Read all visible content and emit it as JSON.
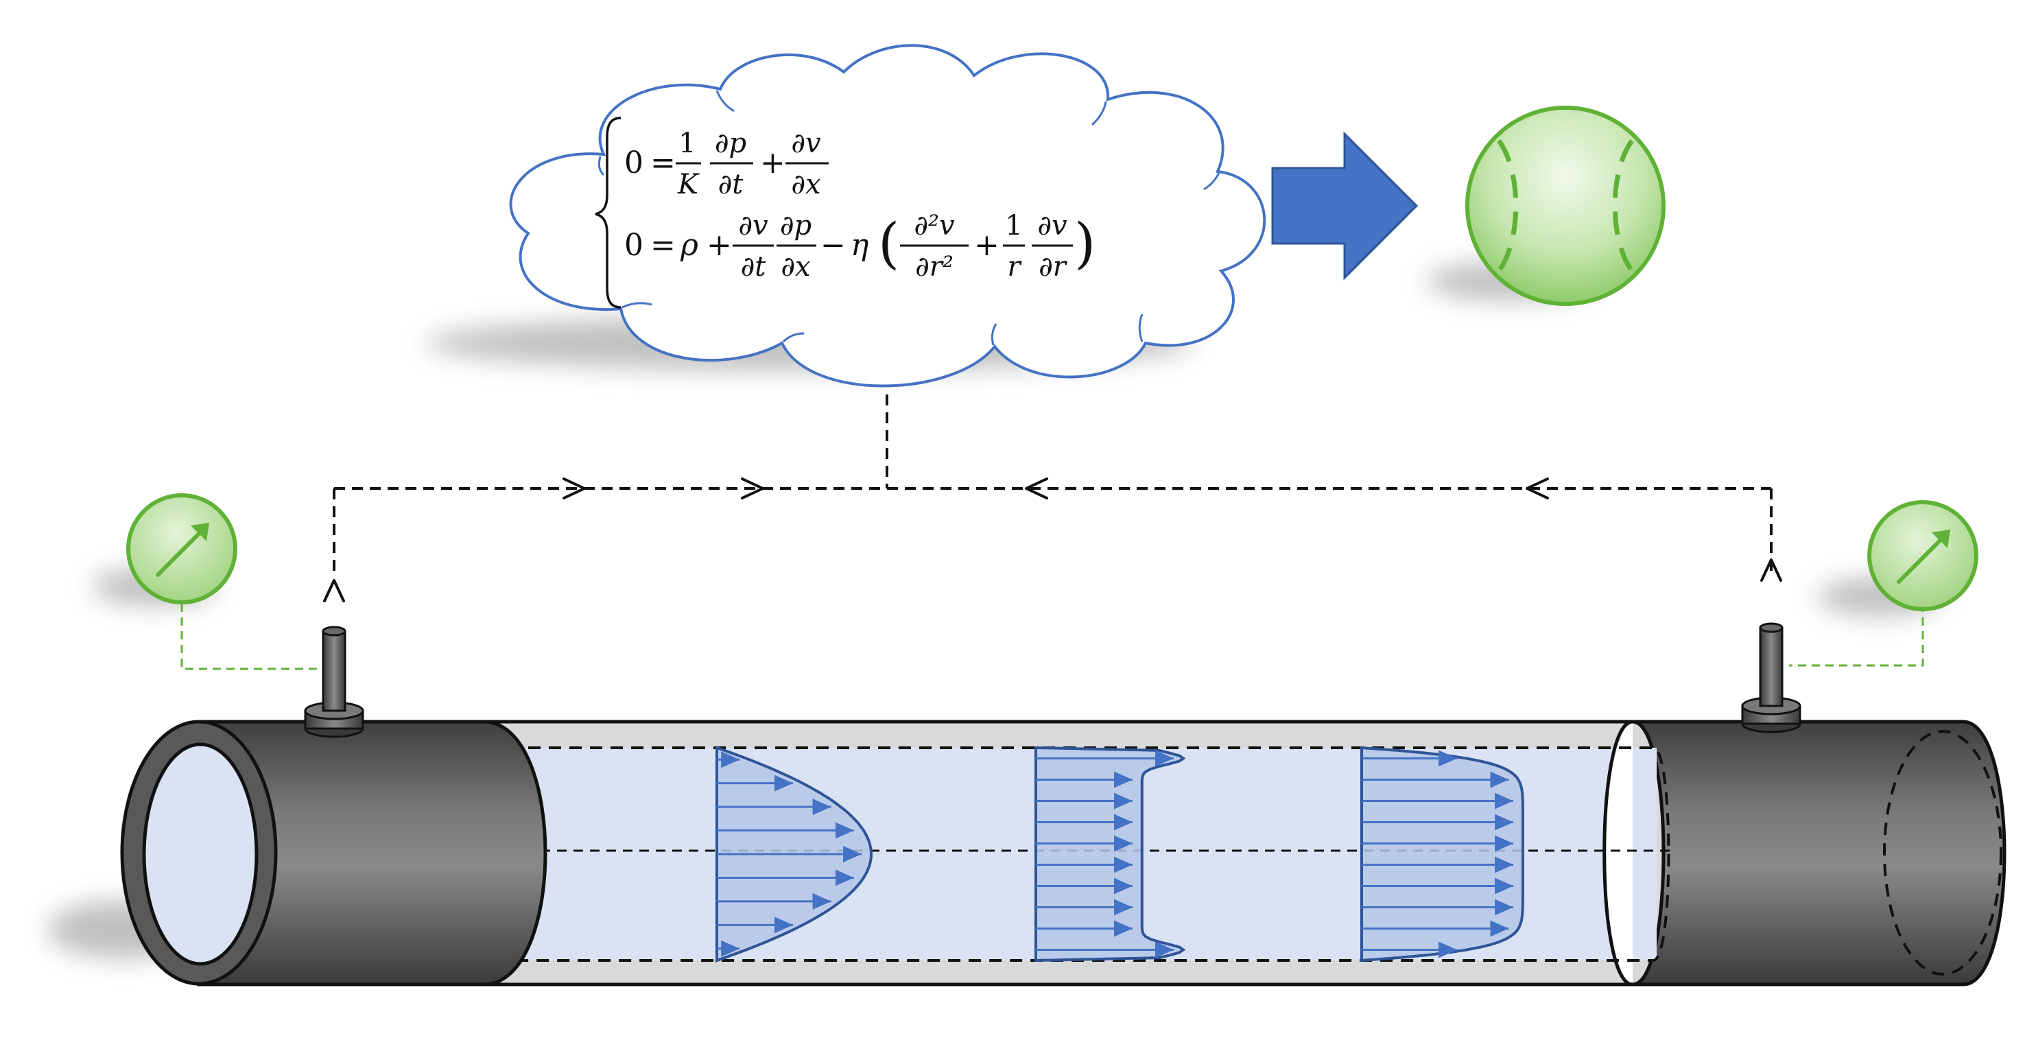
{
  "equation": {
    "line1": {
      "lhs": "0",
      "eq": "=",
      "frac1_num": "1",
      "frac1_den": "K",
      "frac2_num": "∂p",
      "frac2_den": "∂t",
      "plus": "+",
      "frac3_num": "∂v",
      "frac3_den": "∂x"
    },
    "line2": {
      "lhs": "0",
      "eq": "=",
      "rho": "ρ",
      "plus1": "+",
      "frac1_num": "∂v",
      "frac1_den": "∂t",
      "frac2_num": "∂p",
      "frac2_den": "∂x",
      "minus": "−",
      "eta": "η",
      "lparen": "(",
      "frac3_num": "∂²v",
      "frac3_den": "∂r²",
      "plus2": "+",
      "frac4_num": "1",
      "frac4_den": "r",
      "frac5_num": "∂v",
      "frac5_den": "∂r",
      "rparen": ")"
    }
  },
  "colors": {
    "cloud_stroke": "#4472c4",
    "arrow_fill": "#4472c4",
    "sensor_green": "#5fb236",
    "gauge_fill": "#a9d98a",
    "pipe_dark": "#5a5a5a",
    "pipe_light": "#d9d9d9",
    "fluid": "#dae3f3",
    "profile_fill": "#b4c7e7",
    "profile_stroke": "#2f5597",
    "dashed_line": "#111111"
  },
  "icons": {
    "left_gauge": "pressure-gauge-icon",
    "right_gauge": "pressure-gauge-icon",
    "model_ball": "sphere-icon",
    "process_arrow": "right-arrow-icon"
  },
  "profiles": [
    {
      "name": "parabolic"
    },
    {
      "name": "m-shaped"
    },
    {
      "name": "flat"
    }
  ]
}
